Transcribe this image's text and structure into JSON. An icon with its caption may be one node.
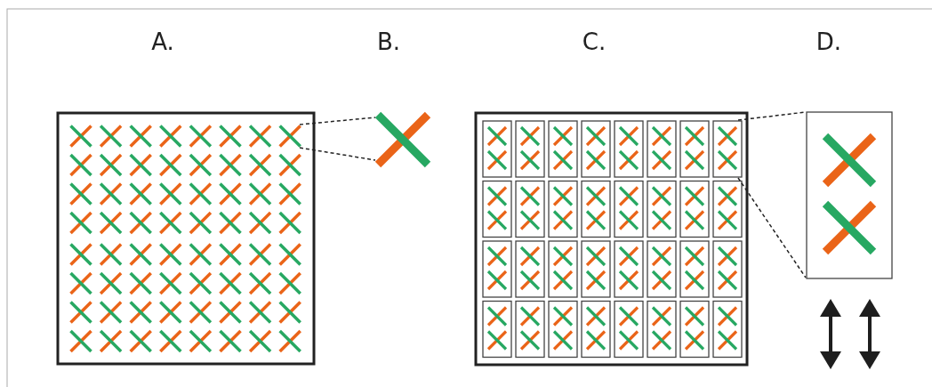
{
  "diagram": {
    "labels": [
      "A.",
      "B.",
      "C.",
      "D."
    ]
  }
}
